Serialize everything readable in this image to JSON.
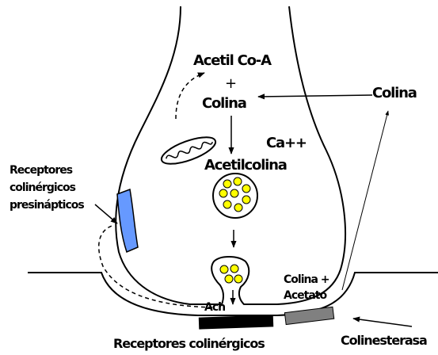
{
  "labels": {
    "acetil_coa": "Acetil Co-A",
    "plus_sign": "+",
    "colina_inside": "Colina",
    "colina_outside": "Colina",
    "calcio": "Ca++",
    "acetilcolina": "Acetilcolina",
    "receptores_presinapticos": [
      "Receptores",
      "colinérgicos",
      "presinápticos"
    ],
    "colina_acetato": [
      "Colina +",
      "Acetato"
    ],
    "ach": "Ach",
    "receptores_colinergicos": "Receptores colinérgicos",
    "colinesterasa": "Colinesterasa"
  },
  "colors": {
    "vesicle_dot": "#ffff00",
    "presynaptic_receptor": "#6699ff",
    "postsynaptic_receptor": "#000000",
    "cholinesterase": "#808080",
    "line": "#000000"
  }
}
